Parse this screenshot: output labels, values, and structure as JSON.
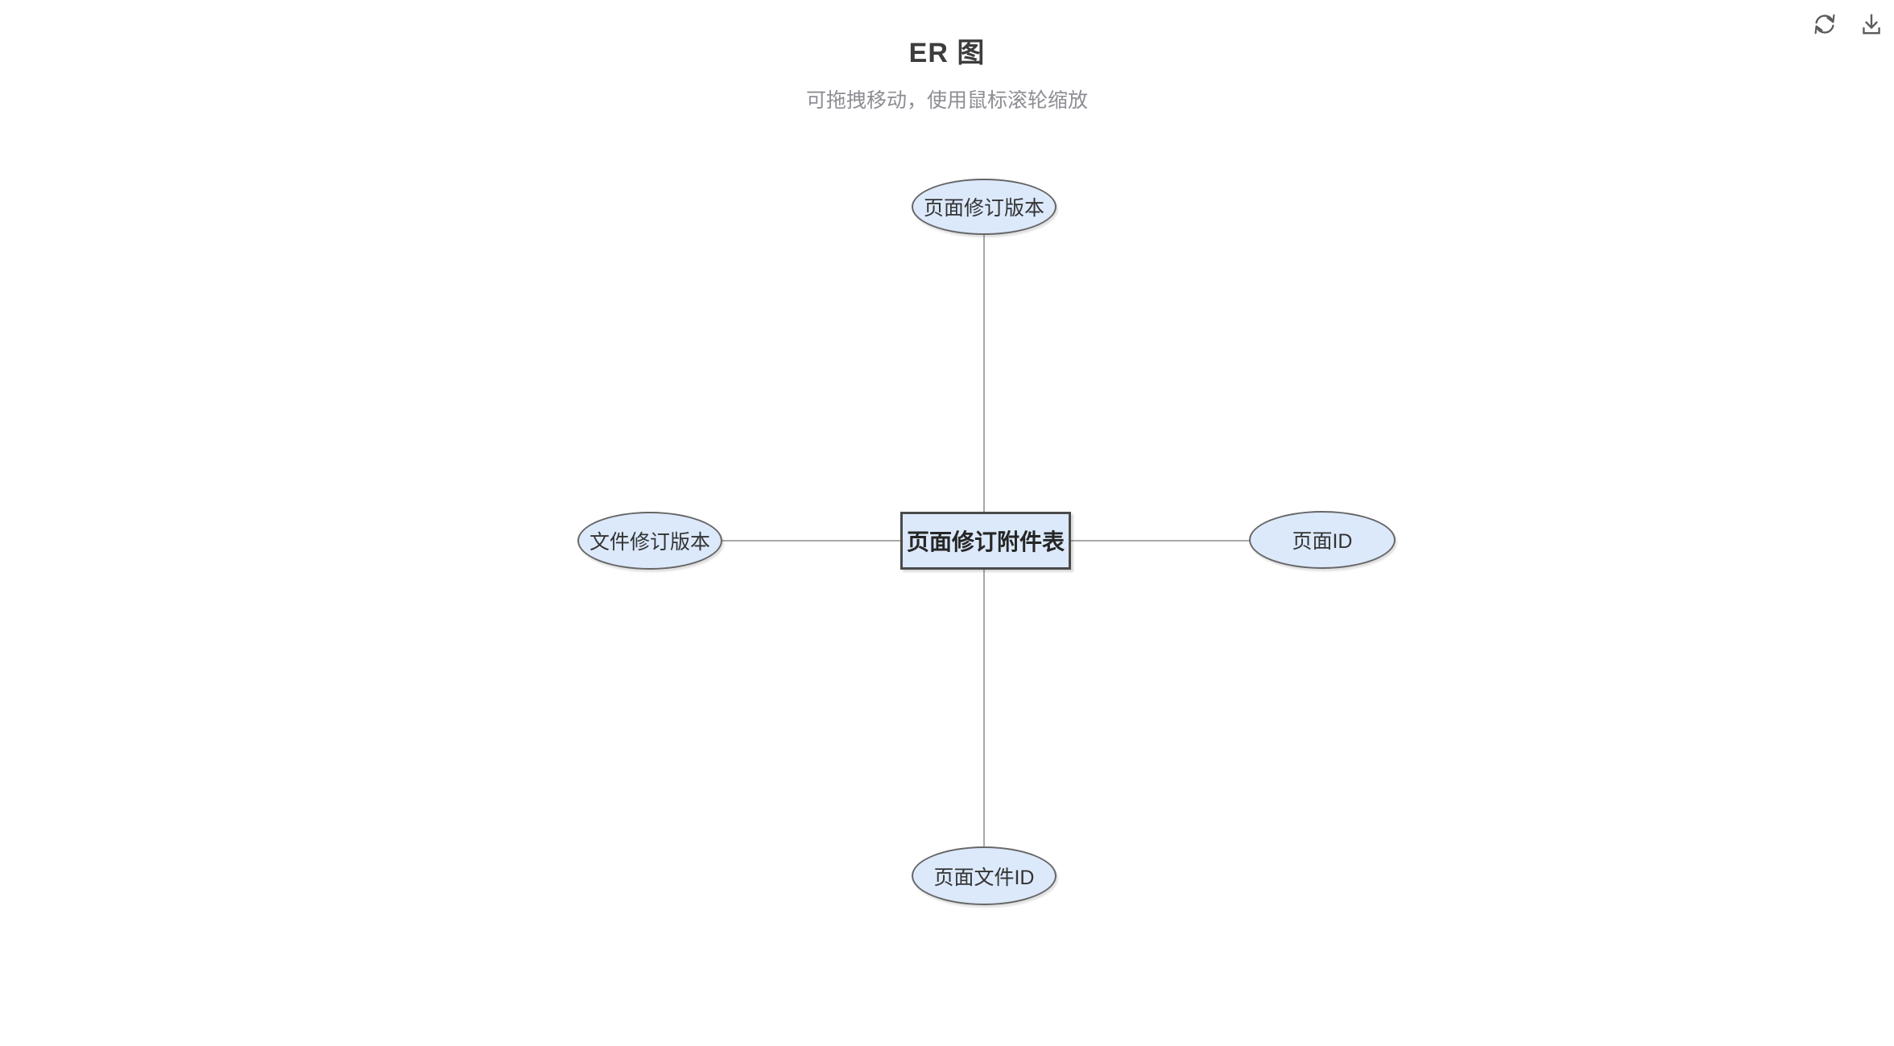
{
  "header": {
    "title": "ER 图",
    "subtitle": "可拖拽移动，使用鼠标滚轮缩放"
  },
  "toolbar": {
    "refresh_icon": "refresh-circular-arrows",
    "download_icon": "download-arrow-into-tray"
  },
  "diagram": {
    "type": "er-diagram",
    "entity": {
      "label": "页面修订附件表"
    },
    "attributes": [
      {
        "position": "top",
        "label": "页面修订版本"
      },
      {
        "position": "left",
        "label": "文件修订版本"
      },
      {
        "position": "right",
        "label": "页面ID"
      },
      {
        "position": "bottom",
        "label": "页面文件ID"
      }
    ],
    "connections": [
      {
        "from": "页面修订附件表",
        "to": "页面修订版本"
      },
      {
        "from": "页面修订附件表",
        "to": "文件修订版本"
      },
      {
        "from": "页面修订附件表",
        "to": "页面ID"
      },
      {
        "from": "页面修订附件表",
        "to": "页面文件ID"
      }
    ],
    "colors": {
      "node_fill": "#dce9fb",
      "attribute_border": "#666666",
      "entity_border": "#4a4a4a",
      "connector": "#a8a8a8",
      "title_text": "#3d3d3d",
      "subtitle_text": "#8d8d94"
    }
  }
}
